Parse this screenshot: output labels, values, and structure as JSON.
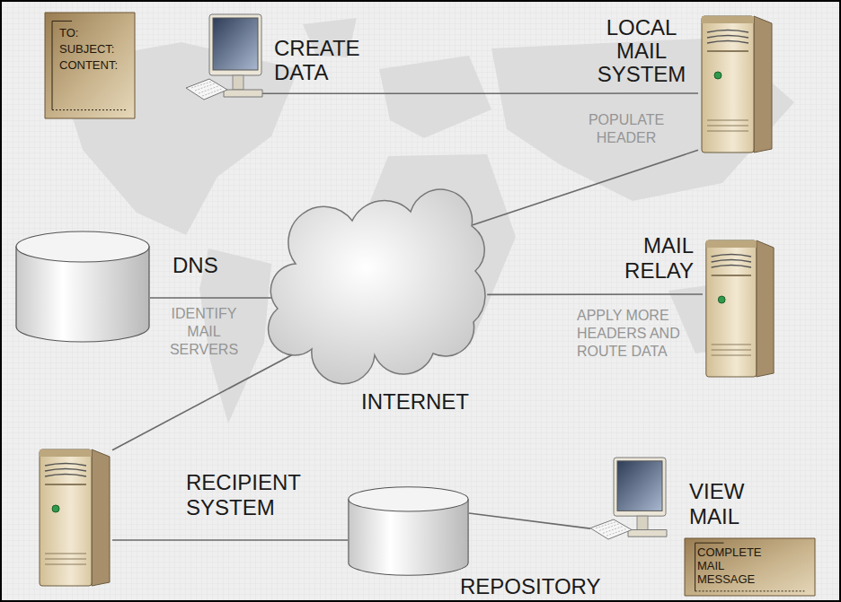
{
  "diagram": {
    "nodes": [
      {
        "text": [
          "TO:",
          "SUBJECT:",
          "CONTENT:"
        ]
      },
      {
        "text": [
          "CREATE DATA"
        ]
      },
      {
        "text": [
          "LOCAL MAIL SYSTEM",
          "POPULATE HEADER"
        ]
      },
      {
        "text": [
          "DNS",
          "IDENTIFY MAIL SERVERS"
        ]
      },
      {
        "text": [
          "INTERNET"
        ]
      },
      {
        "text": [
          "MAIL RELAY",
          "APPLY MORE HEADERS AND ROUTE DATA"
        ]
      },
      {
        "text": [
          "RECIPIENT SYSTEM"
        ]
      },
      {
        "text": [
          "REPOSITORY"
        ]
      },
      {
        "text": [
          "VIEW MAIL"
        ]
      },
      {
        "text": [
          "COMPLETE MAIL MESSAGE"
        ]
      }
    ],
    "edges": [
      {
        "from": 1,
        "to": 2,
        "arrow": "none"
      },
      {
        "from": 2,
        "to": 4,
        "arrow": "none"
      },
      {
        "from": 3,
        "to": 4,
        "arrow": "none"
      },
      {
        "from": 4,
        "to": 5,
        "arrow": "none"
      },
      {
        "from": 4,
        "to": 6,
        "arrow": "none"
      },
      {
        "from": 6,
        "to": 7,
        "arrow": "none"
      },
      {
        "from": 7,
        "to": 8,
        "arrow": "none"
      }
    ]
  }
}
